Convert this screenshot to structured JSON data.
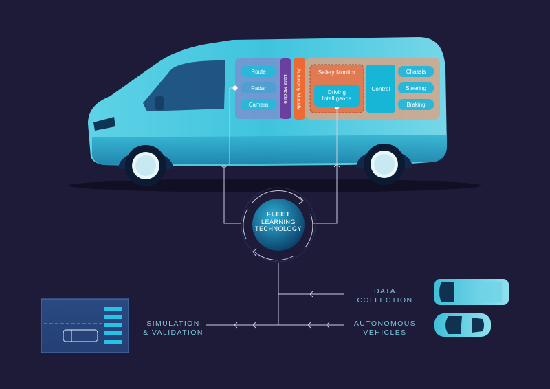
{
  "center": {
    "line1": "FLEET",
    "line2": "LEARNING",
    "line3": "TECHNOLOGY"
  },
  "data_module": {
    "title": "Data Module",
    "items": [
      "Route",
      "Radar",
      "Camera"
    ]
  },
  "autonomy_module": {
    "title": "Autonomy Module",
    "safety_monitor": "Safety Monitor",
    "driving_intelligence": "Driving Intelligence"
  },
  "control": {
    "title": "Control",
    "items": [
      "Chassis",
      "Steering",
      "Braking"
    ]
  },
  "labels": {
    "data_collection_1": "DATA",
    "data_collection_2": "COLLECTION",
    "autonomous_vehicles_1": "AUTONOMOUS",
    "autonomous_vehicles_2": "VEHICLES",
    "simulation_1": "SIMULATION",
    "simulation_2": "& VALIDATION"
  },
  "colors": {
    "background": "#1d1b38",
    "van_body": "#3cc3dd",
    "module_blue": "#6f8fd0",
    "module_purple": "#6b3fa0",
    "autonomy_orange": "#ef6a33",
    "control_cyan": "#17b5d6",
    "line": "#bfc6d6"
  }
}
